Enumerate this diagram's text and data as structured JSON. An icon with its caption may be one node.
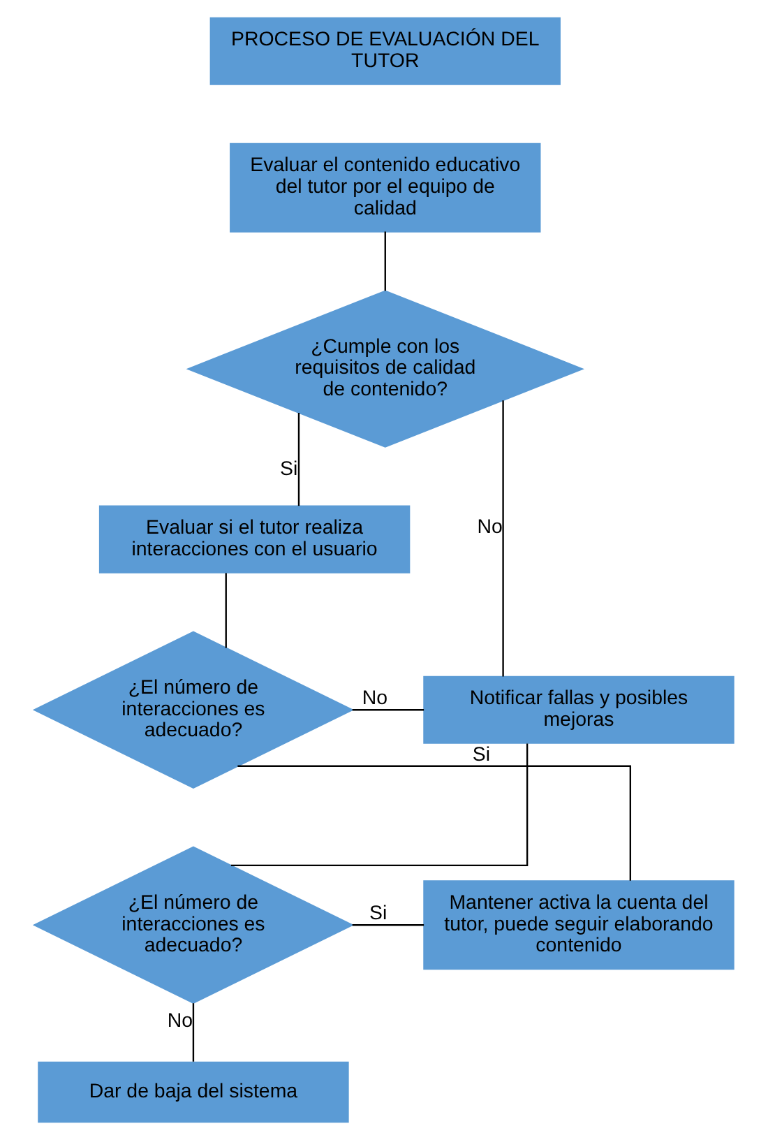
{
  "diagram": {
    "nodes": [
      {
        "text": [
          "PROCESO DE EVALUACIÓN DEL TUTOR"
        ]
      },
      {
        "text": [
          "Evaluar el contenido educativo del tutor por el equipo de calidad"
        ]
      },
      {
        "text": [
          "¿Cumple con los requisitos de calidad de contenido?"
        ]
      },
      {
        "text": [
          "Evaluar si el tutor realiza interacciones con el usuario"
        ]
      },
      {
        "text": [
          "¿El número de interacciones es adecuado?"
        ]
      },
      {
        "text": [
          "Notificar fallas y posibles mejoras"
        ]
      },
      {
        "text": [
          "Mantener activa la cuenta del tutor, puede seguir elaborando contenido"
        ]
      },
      {
        "text": [
          "¿El número de interacciones es adecuado?"
        ]
      },
      {
        "text": [
          "Dar de baja del sistema"
        ]
      }
    ],
    "edges": [
      {
        "from": 1,
        "to": 2,
        "arrow": "none"
      },
      {
        "from": 2,
        "to": 3,
        "label": "Si",
        "arrow": "none"
      },
      {
        "from": 2,
        "to": 5,
        "label": "No",
        "arrow": "none"
      },
      {
        "from": 3,
        "to": 4,
        "arrow": "none"
      },
      {
        "from": 4,
        "to": 5,
        "label": "No",
        "arrow": "none"
      },
      {
        "from": 4,
        "to": 6,
        "label": "Si",
        "arrow": "none"
      },
      {
        "from": 5,
        "to": 7,
        "arrow": "none"
      },
      {
        "from": 7,
        "to": 6,
        "label": "Si",
        "arrow": "none"
      },
      {
        "from": 7,
        "to": 8,
        "label": "No",
        "arrow": "none"
      }
    ]
  }
}
